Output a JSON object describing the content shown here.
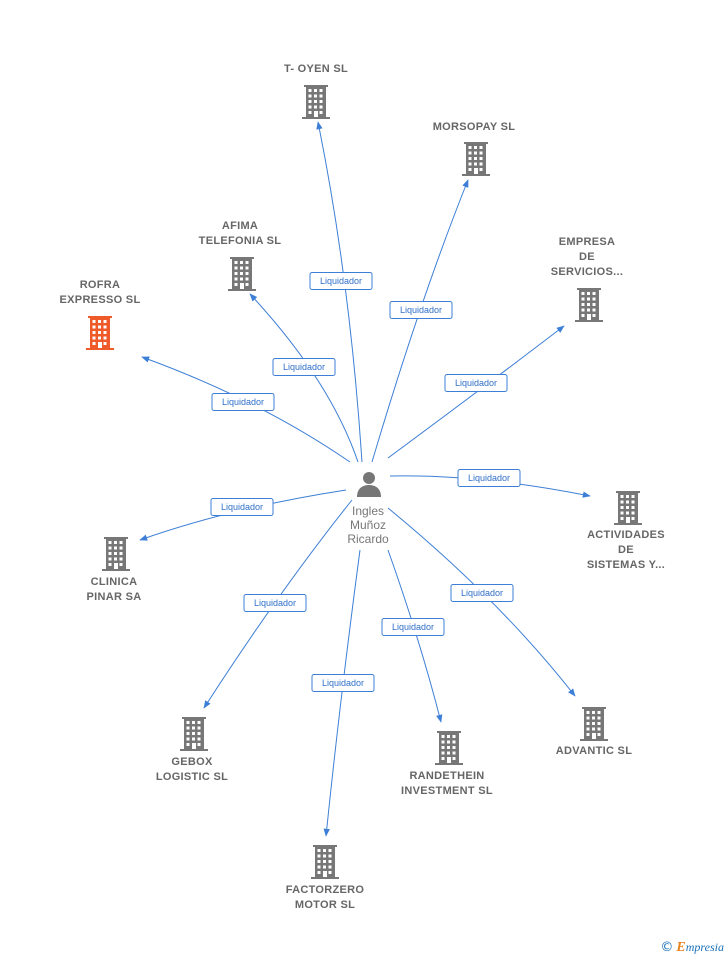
{
  "colors": {
    "edge": "#3d7fd6",
    "building": "#777777",
    "highlight": "#ee5a2a",
    "person": "#777777"
  },
  "center": {
    "name": "Ingles\nMuñoz\nRicardo",
    "icon": "person-icon"
  },
  "edge_label": "Liquidador",
  "nodes": [
    {
      "id": "t-oyen",
      "name": "T- OYEN SL",
      "highlight": false,
      "icon": "building-icon"
    },
    {
      "id": "morsopay",
      "name": "MORSOPAY SL",
      "highlight": false,
      "icon": "building-icon"
    },
    {
      "id": "empresa-servicios",
      "name": "EMPRESA\nDE\nSERVICIOS...",
      "highlight": false,
      "icon": "building-icon"
    },
    {
      "id": "afima",
      "name": "AFIMA\nTELEFONIA SL",
      "highlight": false,
      "icon": "building-icon"
    },
    {
      "id": "rofra",
      "name": "ROFRA\nEXPRESSO SL",
      "highlight": true,
      "icon": "building-icon"
    },
    {
      "id": "actividades",
      "name": "ACTIVIDADES\nDE\nSISTEMAS Y...",
      "highlight": false,
      "icon": "building-icon"
    },
    {
      "id": "clinica",
      "name": "CLINICA\nPINAR SA",
      "highlight": false,
      "icon": "building-icon"
    },
    {
      "id": "gebox",
      "name": "GEBOX\nLOGISTIC SL",
      "highlight": false,
      "icon": "building-icon"
    },
    {
      "id": "advantic",
      "name": "ADVANTIC SL",
      "highlight": false,
      "icon": "building-icon"
    },
    {
      "id": "randethein",
      "name": "RANDETHEIN\nINVESTMENT SL",
      "highlight": false,
      "icon": "building-icon"
    },
    {
      "id": "factorzero",
      "name": "FACTORZERO\nMOTOR SL",
      "highlight": false,
      "icon": "building-icon"
    }
  ],
  "brand": {
    "copyright": "©",
    "initial": "E",
    "rest": "mpresia"
  }
}
